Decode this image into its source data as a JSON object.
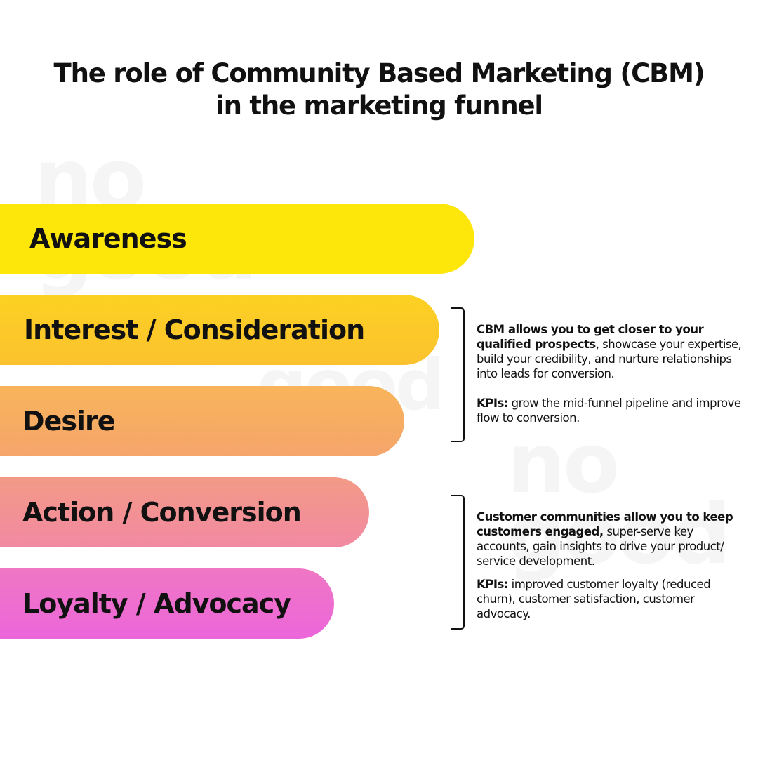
{
  "title": {
    "line1": "The role of Community Based Marketing (CBM)",
    "line2": "in the marketing funnel"
  },
  "watermark": {
    "line1": "no",
    "line2": "good"
  },
  "stages": [
    {
      "label": "Awareness",
      "color": "#fde60a"
    },
    {
      "label": "Interest / Consideration",
      "color": "#fcc92a"
    },
    {
      "label": "Desire",
      "color": "#f6ac63"
    },
    {
      "label": "Action / Conversion",
      "color": "#f29194"
    },
    {
      "label": "Loyalty / Advocacy",
      "color": "#ed6ecf"
    }
  ],
  "notes": [
    {
      "lead_bold": "CBM allows you to get closer to your qualified prospects",
      "lead_rest": ", showcase your expertise, build your credibility, and nurture relationships into leads for conversion.",
      "kpi_label": "KPIs:",
      "kpi_text": " grow the mid-funnel pipeline and improve flow to conversion."
    },
    {
      "lead_bold": "Customer communities allow you to keep customers engaged,",
      "lead_rest": " super-serve key accounts, gain insights to drive your product/ service development.",
      "kpi_label": "KPIs:",
      "kpi_text": " improved customer loyalty (reduced churn), customer satisfaction, customer advocacy."
    }
  ]
}
